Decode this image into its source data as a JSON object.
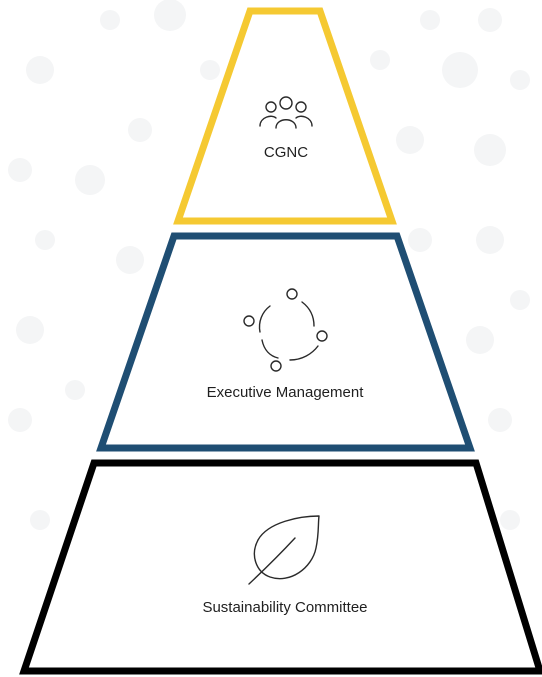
{
  "tiers": [
    {
      "id": "top",
      "label": "CGNC",
      "icon": "people-group-icon",
      "border_color": "#f5c932"
    },
    {
      "id": "middle",
      "label": "Executive Management",
      "icon": "team-circle-icon",
      "border_color": "#1f4e73"
    },
    {
      "id": "bottom",
      "label": "Sustainability Committee",
      "icon": "leaf-icon",
      "border_color": "#000000"
    }
  ],
  "background": {
    "pattern": "light-gray-dots"
  }
}
